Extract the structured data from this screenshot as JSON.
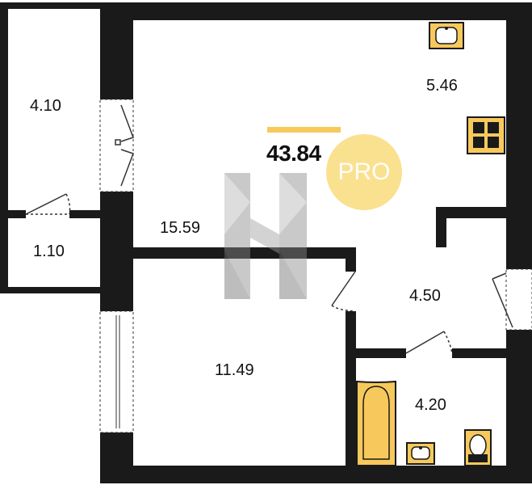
{
  "plan": {
    "total_area": "43.84",
    "rooms": [
      {
        "id": "storage",
        "area": "4.10"
      },
      {
        "id": "closet",
        "area": "1.10"
      },
      {
        "id": "living",
        "area": "15.59"
      },
      {
        "id": "kitchen",
        "area": "5.46"
      },
      {
        "id": "bedroom",
        "area": "11.49"
      },
      {
        "id": "hallway",
        "area": "4.50"
      },
      {
        "id": "bathroom",
        "area": "4.20"
      }
    ]
  },
  "badge": {
    "label": "PRO"
  },
  "colors": {
    "wall": "#1a1a1a",
    "fixture": "#f7c95c",
    "accent": "#f7c95c",
    "badge": "#f9d870",
    "watermark": "#8a8a8a"
  }
}
